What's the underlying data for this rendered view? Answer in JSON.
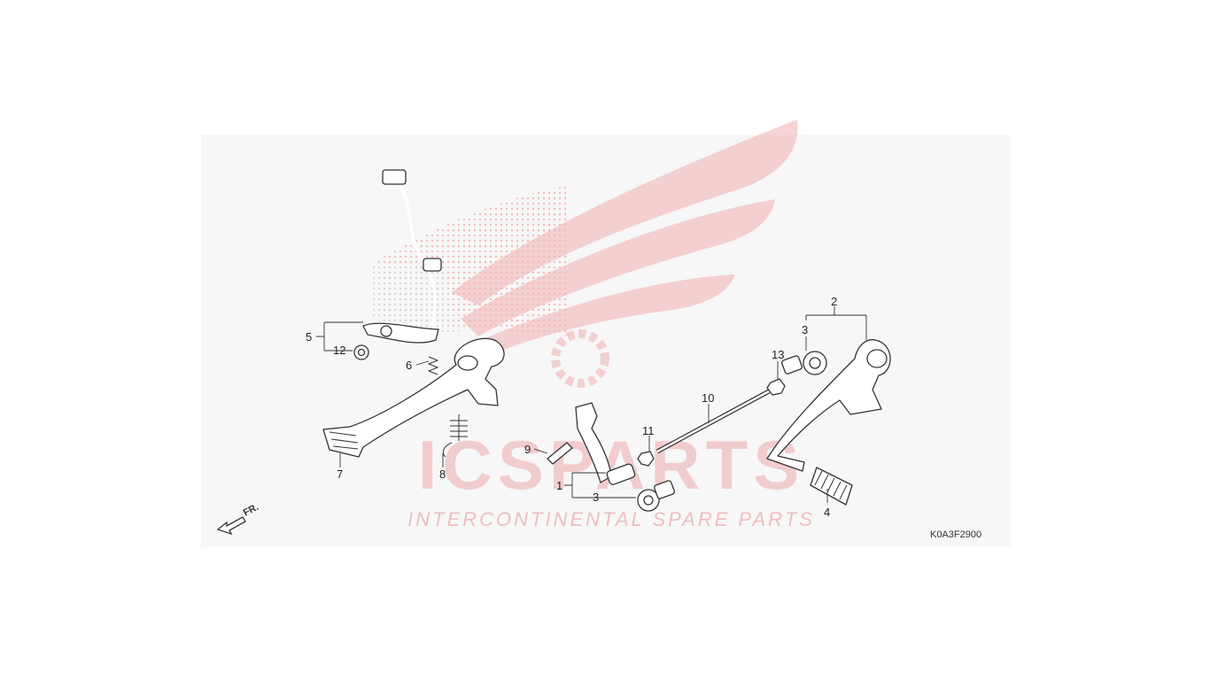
{
  "diagram": {
    "code": "K0A3F2900",
    "front_marker": "FR.",
    "callouts": [
      "1",
      "2",
      "3",
      "3",
      "4",
      "5",
      "6",
      "7",
      "8",
      "9",
      "10",
      "11",
      "12",
      "13"
    ]
  },
  "watermark": {
    "brand": "ICSPARTS",
    "tagline": "INTERCONTINENTAL SPARE PARTS"
  },
  "colors": {
    "watermark_red": "#e03a3e",
    "watermark_gray": "#9a9a9a",
    "panel_bg": "#f7f7f7",
    "line": "#333333"
  }
}
